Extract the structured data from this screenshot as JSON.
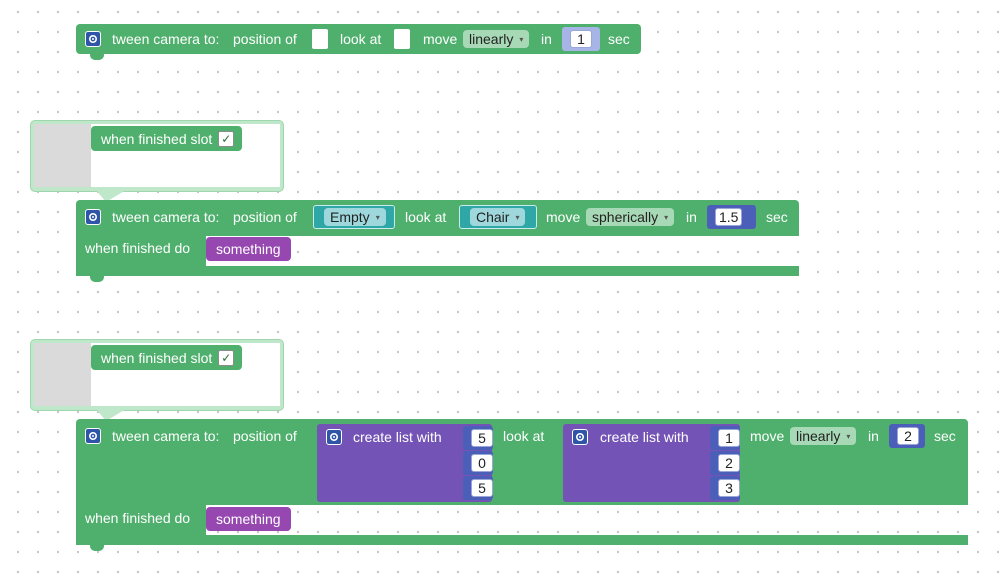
{
  "block1": {
    "title": "tween camera to:",
    "position_label": "position of",
    "look_label": "look at",
    "move_label": "move",
    "move_value": "linearly",
    "in_label": "in",
    "duration": "1",
    "sec_label": "sec"
  },
  "comment1": {
    "label": "when finished slot",
    "check": "✓"
  },
  "block2": {
    "title": "tween camera to:",
    "position_label": "position of",
    "position_value": "Empty",
    "look_label": "look at",
    "look_value": "Chair",
    "move_label": "move",
    "move_value": "spherically",
    "in_label": "in",
    "duration": "1.5",
    "sec_label": "sec",
    "finished_label": "when finished do",
    "finished_value": "something"
  },
  "comment2": {
    "label": "when finished slot",
    "check": "✓"
  },
  "block3": {
    "title": "tween camera to:",
    "position_label": "position of",
    "list1_label": "create list with",
    "list1_values": [
      "5",
      "0",
      "5"
    ],
    "look_label": "look at",
    "list2_label": "create list with",
    "list2_values": [
      "1",
      "2",
      "3"
    ],
    "move_label": "move",
    "move_value": "linearly",
    "in_label": "in",
    "duration": "2",
    "sec_label": "sec",
    "finished_label": "when finished do",
    "finished_value": "something"
  },
  "colors": {
    "block_green": "#4fb06d",
    "gear_blue": "#2f55a8",
    "list_purple": "#7353b5",
    "procedure_purple": "#9648b0",
    "object_teal": "#2fa7a7"
  },
  "icons": {
    "gear": "gear-icon",
    "caret": "▾"
  }
}
